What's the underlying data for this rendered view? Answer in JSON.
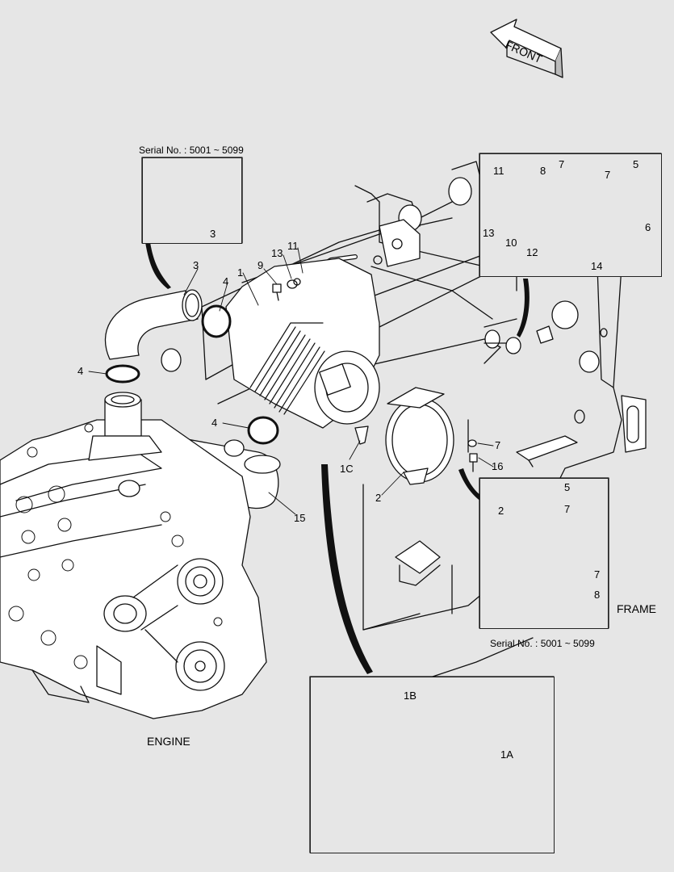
{
  "front_label": "FRONT",
  "serial_top": "Serial No. : 5001 ~ 5099",
  "serial_bottom": "Serial No. : 5001 ~ 5099",
  "engine_label": "ENGINE",
  "frame_label": "FRAME",
  "callouts": {
    "inset_hose_3": "3",
    "hose_3": "3",
    "clamp_4_upper": "4",
    "clamp_4_left": "4",
    "clamp_4_lower": "4",
    "cleaner_1": "1",
    "valve_1c": "1C",
    "band_2": "2",
    "hose_15": "15",
    "part_9": "9",
    "part_13": "13",
    "part_11": "11",
    "washer_7_right": "7",
    "bolt_16": "16",
    "d1_11": "11",
    "d1_8": "8",
    "d1_7a": "7",
    "d1_7b": "7",
    "d1_5": "5",
    "d1_6": "6",
    "d1_13": "13",
    "d1_10": "10",
    "d1_12": "12",
    "d1_14": "14",
    "d2_5": "5",
    "d2_7a": "7",
    "d2_2": "2",
    "d2_7b": "7",
    "d2_8": "8",
    "f_1b": "1B",
    "f_1a": "1A"
  }
}
